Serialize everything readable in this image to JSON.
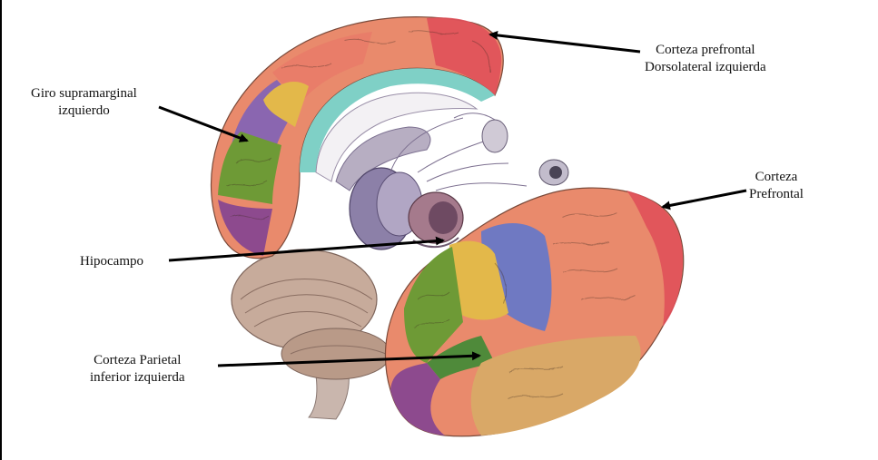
{
  "labels": {
    "dlpfc": {
      "line1": "Corteza prefrontal",
      "line2": "Dorsolateral izquierda"
    },
    "supramarginal": {
      "line1": "Giro supramarginal",
      "line2": "izquierdo"
    },
    "pfc": {
      "line1": "Corteza",
      "line2": "Prefrontal"
    },
    "hippocampus": {
      "line1": "Hipocampo"
    },
    "parietal": {
      "line1": "Corteza Parietal",
      "line2": "inferior izquierda"
    }
  },
  "colors": {
    "frontal_red": "#e0505a",
    "frontal_salmon": "#e98a6c",
    "cingulate_teal": "#7fd0c6",
    "purple": "#7b5aa6",
    "blue": "#6f79c2",
    "yellow": "#e3b84a",
    "green": "#6e9a36",
    "violet_occipital": "#8d4a8e",
    "temporal_tan": "#d9a867",
    "cerebellum": "#b79a8a",
    "brainstem": "#c9b6ad"
  }
}
